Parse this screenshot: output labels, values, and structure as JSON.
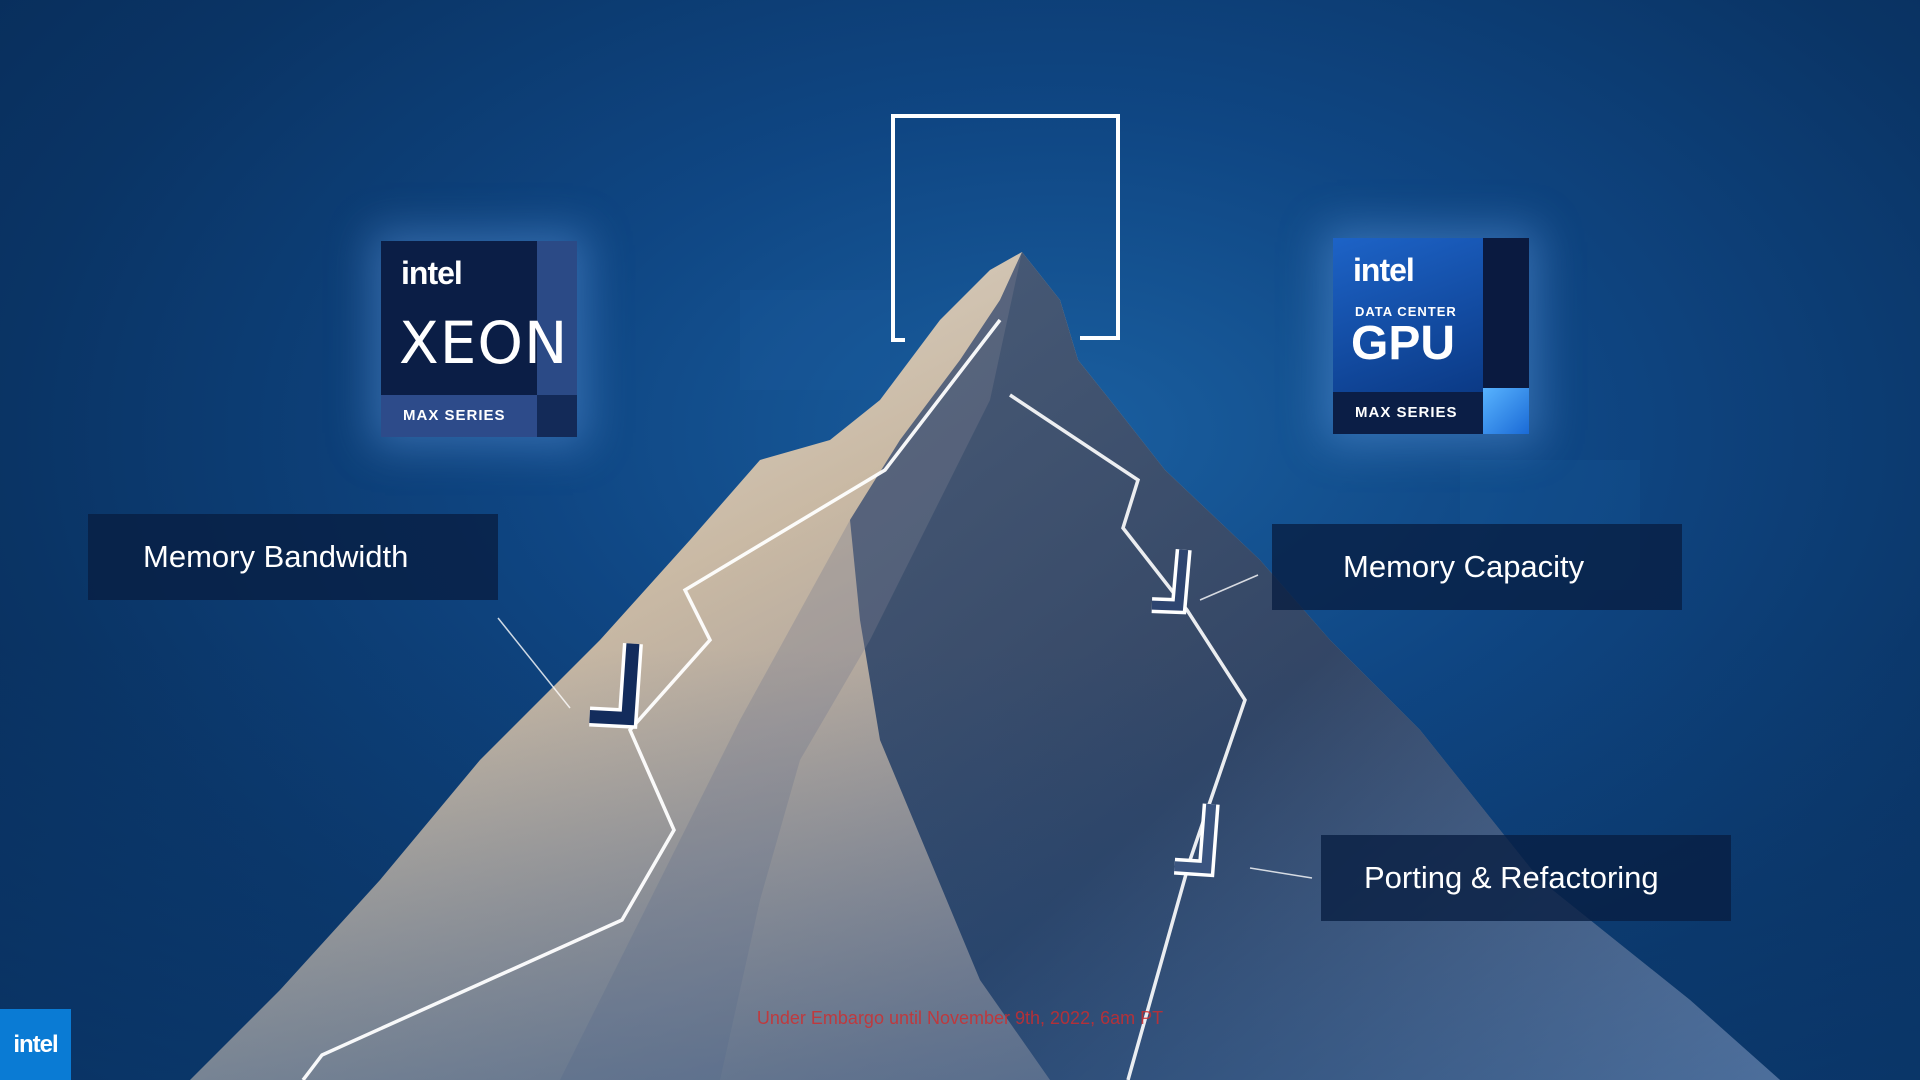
{
  "badges": {
    "xeon": {
      "brand": "intel",
      "product": "XEON",
      "series": "MAX SERIES"
    },
    "gpu": {
      "brand": "intel",
      "subtitle": "DATA CENTER",
      "product": "GPU",
      "series": "MAX SERIES"
    }
  },
  "labels": {
    "bandwidth": "Memory Bandwidth",
    "capacity": "Memory Capacity",
    "porting": "Porting & Refactoring"
  },
  "footer": {
    "logo": "intel",
    "embargo": "Under Embargo until November 9th, 2022, 6am PT"
  },
  "colors": {
    "background": "#0f4683",
    "label_bg": "#081e41",
    "path_line": "#ffffff",
    "embargo_text": "#d42a2a",
    "footer_logo_bg": "#0a7bd4"
  },
  "icons": [
    "check-icon",
    "summit-bracket-icon",
    "mountain-image"
  ]
}
